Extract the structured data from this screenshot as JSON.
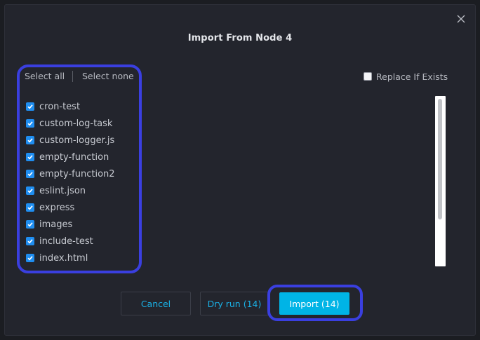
{
  "dialog": {
    "title": "Import From Node 4",
    "select_all_label": "Select all",
    "select_none_label": "Select none",
    "replace_label": "Replace If Exists",
    "replace_checked": false
  },
  "items": [
    {
      "label": "cron-test",
      "checked": true
    },
    {
      "label": "custom-log-task",
      "checked": true
    },
    {
      "label": "custom-logger.js",
      "checked": true
    },
    {
      "label": "empty-function",
      "checked": true
    },
    {
      "label": "empty-function2",
      "checked": true
    },
    {
      "label": "eslint.json",
      "checked": true
    },
    {
      "label": "express",
      "checked": true
    },
    {
      "label": "images",
      "checked": true
    },
    {
      "label": "include-test",
      "checked": true
    },
    {
      "label": "index.html",
      "checked": true
    }
  ],
  "buttons": {
    "cancel_label": "Cancel",
    "dry_run_label": "Dry run (14)",
    "import_label": "Import (14)"
  },
  "colors": {
    "accent": "#00b4e6",
    "checkbox": "#1f8ef1",
    "highlight": "#3a3fe0"
  },
  "icons": {
    "close": "close-icon",
    "check": "check-icon"
  }
}
